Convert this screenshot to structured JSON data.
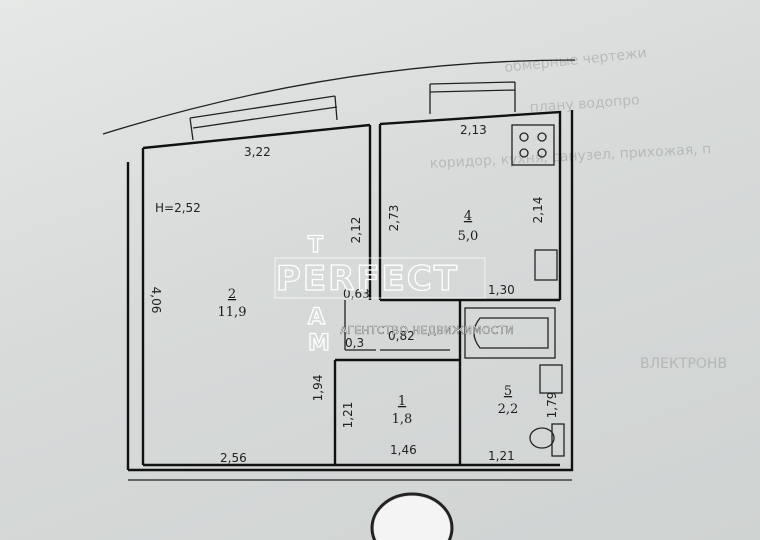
{
  "watermark": {
    "brand": "PERFECT",
    "subtitle": "АГЕНТСТВО НЕДВИЖИМОСТИ",
    "monogram": [
      "Т",
      "А",
      "М"
    ]
  },
  "ghost_text": {
    "line1": "обмерные чертежи",
    "line2": "плану водопро",
    "line3": "коридор, кухня, санузел, прихожая, п",
    "line4": "ВЛЕКТРОНВ"
  },
  "rooms": [
    {
      "number": "2",
      "area": "11,9"
    },
    {
      "number": "4",
      "area": "5,0"
    },
    {
      "number": "1",
      "area": "1,8"
    },
    {
      "number": "5",
      "area": "2,2"
    }
  ],
  "labels": {
    "height": "Н=2,52",
    "d_322": "3,22",
    "d_213": "2,13",
    "d_406": "4,06",
    "d_212": "2,12",
    "d_273": "2,73",
    "d_214": "2,14",
    "d_063": "0,63",
    "d_130": "1,30",
    "d_03": "0,3",
    "d_082": "0,82",
    "d_194": "1,94",
    "d_121a": "1,21",
    "d_179": "1,79",
    "d_256": "2,56",
    "d_146": "1,46",
    "d_121b": "1,21"
  },
  "icons": {
    "stove": "stove-icon",
    "sink": "sink-icon",
    "bathtub": "bathtub-icon",
    "toilet": "toilet-icon"
  }
}
